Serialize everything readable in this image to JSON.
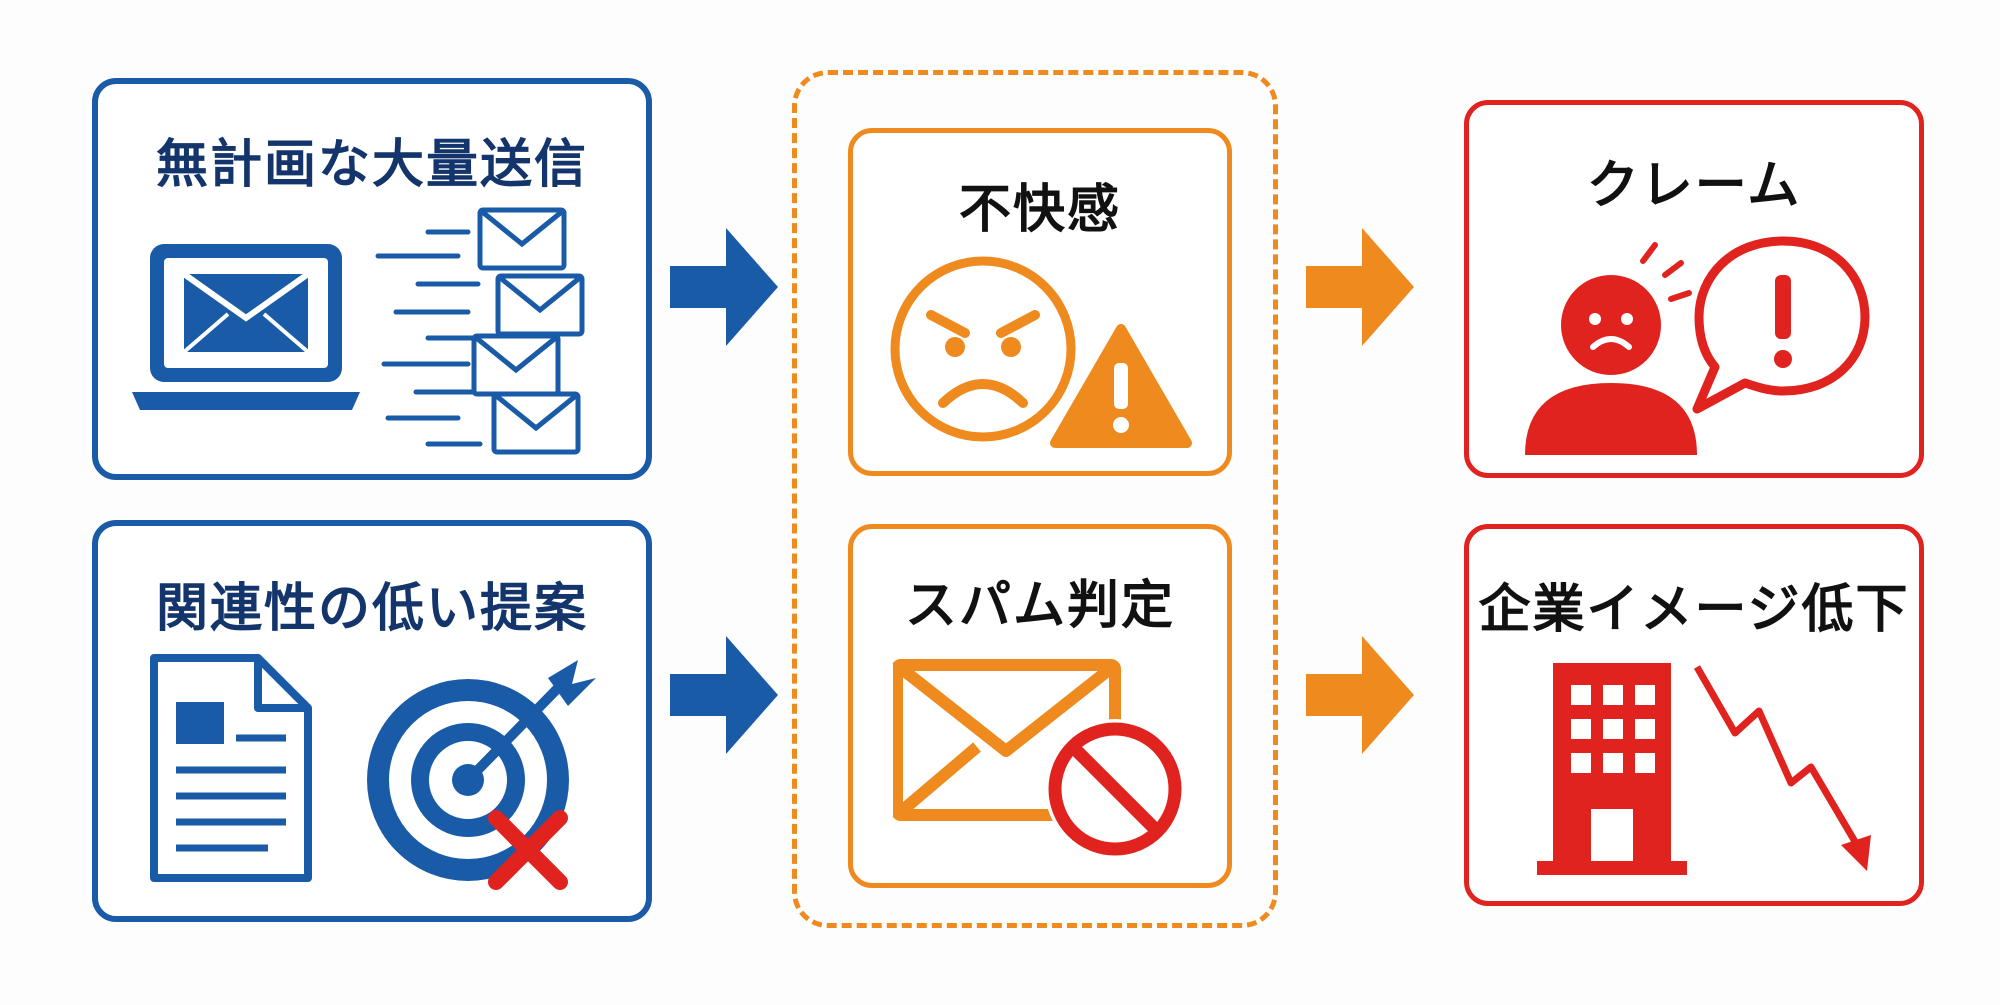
{
  "causes": [
    {
      "title": "無計画な大量送信",
      "icon": "laptop-mass-email-icon"
    },
    {
      "title": "関連性の低い提案",
      "icon": "document-target-miss-icon"
    }
  ],
  "reactions": [
    {
      "title": "不快感",
      "icon": "angry-face-warning-icon"
    },
    {
      "title": "スパム判定",
      "icon": "email-blocked-icon"
    }
  ],
  "results": [
    {
      "title": "クレーム",
      "icon": "complaining-person-icon"
    },
    {
      "title": "企業イメージ低下",
      "icon": "building-decline-icon"
    }
  ],
  "colors": {
    "cause": "#1a5ba8",
    "reaction": "#ef8a1f",
    "result": "#e0231e"
  }
}
